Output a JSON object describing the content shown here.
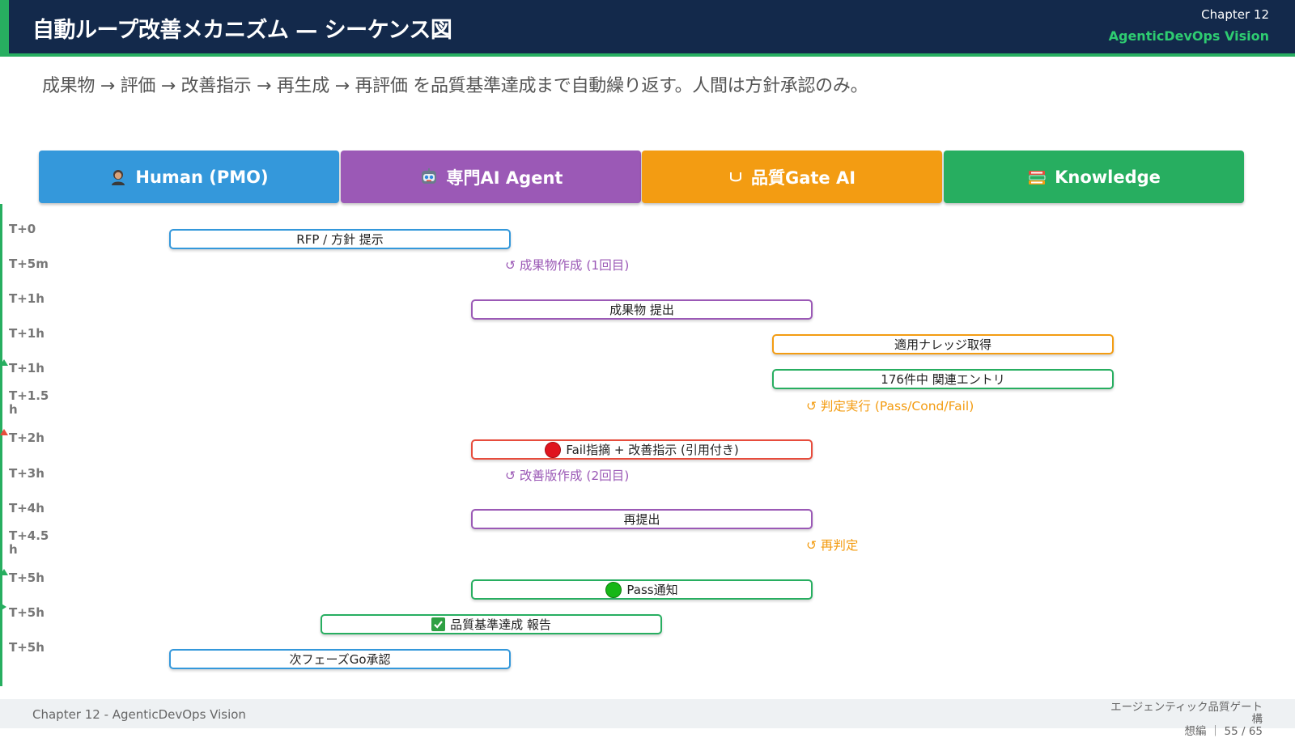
{
  "header": {
    "title": "自動ループ改善メカニズム — シーケンス図",
    "chapter": "Chapter 12",
    "brand": "AgenticDevOps Vision"
  },
  "subtitle": "成果物 → 評価 → 改善指示 → 再生成 → 再評価 を品質基準達成まで自動繰り返す。人間は方針承認のみ。",
  "lanes": [
    {
      "label": "Human (PMO)",
      "icon": "person-icon",
      "color": "#3498db"
    },
    {
      "label": "専門AI Agent",
      "icon": "robot-icon",
      "color": "#9b59b6"
    },
    {
      "label": "品質Gate AI",
      "icon": "shield-icon",
      "color": "#f39c12"
    },
    {
      "label": "Knowledge",
      "icon": "books-icon",
      "color": "#27ae60"
    }
  ],
  "timeline": {
    "labels": [
      "T+0",
      "T+5m",
      "T+1h",
      "T+1h",
      "T+1h",
      "T+1.5 h",
      "T+2h",
      "T+3h",
      "T+4h",
      "T+4.5 h",
      "T+5h",
      "T+5h",
      "T+5h"
    ]
  },
  "messages": [
    {
      "text": "RFP / 方針 提示",
      "color": "#3498db"
    },
    {
      "text": "↺ 成果物作成 (1回目)",
      "color": "#9b59b6"
    },
    {
      "text": "成果物 提出",
      "color": "#9b59b6"
    },
    {
      "text": "適用ナレッジ取得",
      "color": "#f39c12"
    },
    {
      "text": "176件中 関連エントリ",
      "color": "#27ae60"
    },
    {
      "text": "↺ 判定実行 (Pass/Cond/Fail)",
      "color": "#f39c12"
    },
    {
      "text": "Fail指摘 + 改善指示 (引用付き)",
      "color": "#e74c3c",
      "status": "fail-dot"
    },
    {
      "text": "↺ 改善版作成 (2回目)",
      "color": "#9b59b6"
    },
    {
      "text": "再提出",
      "color": "#9b59b6"
    },
    {
      "text": "↺ 再判定",
      "color": "#f39c12"
    },
    {
      "text": "Pass通知",
      "color": "#27ae60",
      "status": "pass-dot"
    },
    {
      "text": "品質基準達成 報告",
      "color": "#27ae60",
      "status": "check-icon"
    },
    {
      "text": "次フェーズGo承認",
      "color": "#3498db"
    }
  ],
  "footer": {
    "left": "Chapter 12 - AgenticDevOps Vision",
    "right_line1": "エージェンティック品質ゲート 構",
    "right_line2": "想編 ｜ 55 / 65"
  }
}
